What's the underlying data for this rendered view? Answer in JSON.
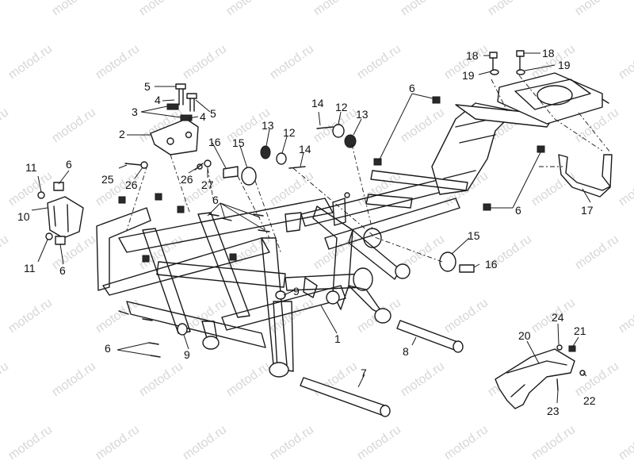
{
  "watermark": {
    "text": "motod.ru",
    "color": "#d7d7d7",
    "angle_degrees": -35
  },
  "diagram": {
    "background": "#ffffff",
    "line_color": "#1a1a1a",
    "callouts": [
      {
        "id": "c1",
        "label": "1"
      },
      {
        "id": "c2",
        "label": "2"
      },
      {
        "id": "c3",
        "label": "3"
      },
      {
        "id": "c4a",
        "label": "4"
      },
      {
        "id": "c4b",
        "label": "4"
      },
      {
        "id": "c5a",
        "label": "5"
      },
      {
        "id": "c5b",
        "label": "5"
      },
      {
        "id": "c6a",
        "label": "6"
      },
      {
        "id": "c6b",
        "label": "6"
      },
      {
        "id": "c6c",
        "label": "6"
      },
      {
        "id": "c6d",
        "label": "6"
      },
      {
        "id": "c6e",
        "label": "6"
      },
      {
        "id": "c6f",
        "label": "6"
      },
      {
        "id": "c7",
        "label": "7"
      },
      {
        "id": "c8",
        "label": "8"
      },
      {
        "id": "c9a",
        "label": "9"
      },
      {
        "id": "c9b",
        "label": "9"
      },
      {
        "id": "c10",
        "label": "10"
      },
      {
        "id": "c11a",
        "label": "11"
      },
      {
        "id": "c11b",
        "label": "11"
      },
      {
        "id": "c12a",
        "label": "12"
      },
      {
        "id": "c12b",
        "label": "12"
      },
      {
        "id": "c13a",
        "label": "13"
      },
      {
        "id": "c13b",
        "label": "13"
      },
      {
        "id": "c14a",
        "label": "14"
      },
      {
        "id": "c14b",
        "label": "14"
      },
      {
        "id": "c15a",
        "label": "15"
      },
      {
        "id": "c15b",
        "label": "15"
      },
      {
        "id": "c16a",
        "label": "16"
      },
      {
        "id": "c16b",
        "label": "16"
      },
      {
        "id": "c17",
        "label": "17"
      },
      {
        "id": "c18a",
        "label": "18"
      },
      {
        "id": "c18b",
        "label": "18"
      },
      {
        "id": "c19a",
        "label": "19"
      },
      {
        "id": "c19b",
        "label": "19"
      },
      {
        "id": "c20",
        "label": "20"
      },
      {
        "id": "c21",
        "label": "21"
      },
      {
        "id": "c22",
        "label": "22"
      },
      {
        "id": "c23",
        "label": "23"
      },
      {
        "id": "c24",
        "label": "24"
      },
      {
        "id": "c25",
        "label": "25"
      },
      {
        "id": "c26a",
        "label": "26"
      },
      {
        "id": "c26b",
        "label": "26"
      },
      {
        "id": "c27",
        "label": "27"
      }
    ]
  }
}
